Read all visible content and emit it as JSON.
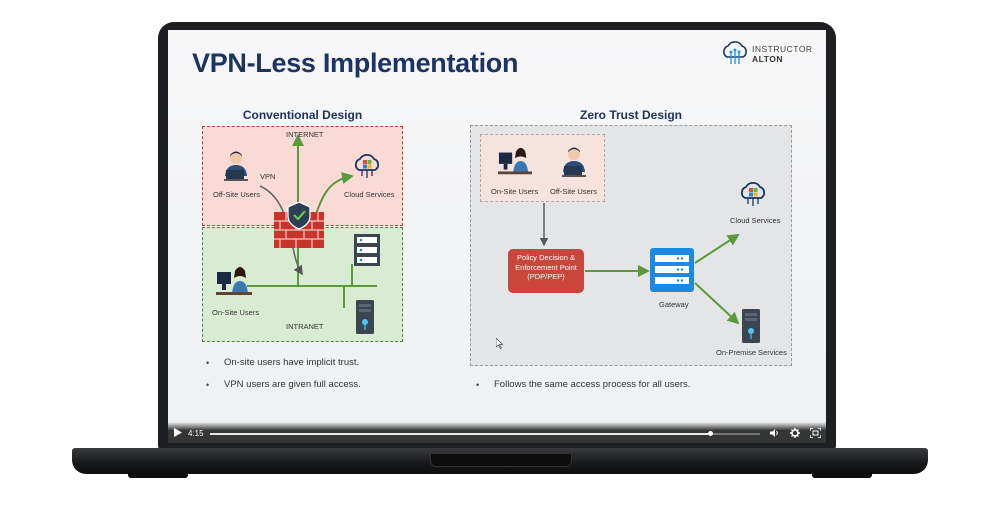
{
  "slide": {
    "title": "VPN-Less Implementation",
    "logo": {
      "line1": "INSTRUCTOR",
      "line2": "ALTON"
    }
  },
  "conventional": {
    "title": "Conventional Design",
    "internet_label": "INTERNET",
    "intranet_label": "INTRANET",
    "vpn_label": "VPN",
    "offsite_label": "Off-Site Users",
    "onsite_label": "On-Site Users",
    "cloud_label": "Cloud Services",
    "bullets": [
      "On-site users have implicit trust.",
      "VPN users are given full access."
    ]
  },
  "zerotrust": {
    "title": "Zero Trust Design",
    "onsite_label": "On-Site Users",
    "offsite_label": "Off-Site Users",
    "pdp_line1": "Policy Decision &",
    "pdp_line2": "Enforcement Point",
    "pdp_line3": "(PDP/PEP)",
    "gateway_label": "Gateway",
    "cloud_label": "Cloud Services",
    "onprem_label": "On-Premise Services",
    "bullets": [
      "Follows the same access process for all users."
    ]
  },
  "player": {
    "time": "4:15",
    "progress": 0.91
  },
  "colors": {
    "title": "#1b3560",
    "red_zone": "#f9dad5",
    "green_zone": "#d8ecd2",
    "pdp": "#c9463d",
    "gateway": "#1e88e5",
    "arrow_green": "#5a9a3c"
  }
}
